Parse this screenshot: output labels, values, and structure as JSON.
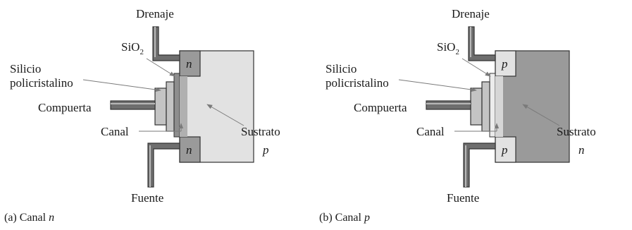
{
  "panels": [
    {
      "drain_label": "Drenaje",
      "oxide_label": "SiO",
      "oxide_subscript": "2",
      "poly_label_line1": "Silicio",
      "poly_label_line2": "policristalino",
      "gate_label": "Compuerta",
      "channel_label": "Canal",
      "substrate_label": "Sustrato",
      "substrate_type": "p",
      "source_label": "Fuente",
      "region_type": "n",
      "caption_prefix": "(a) Canal ",
      "caption_type": "n",
      "colors": {
        "substrate": "#e2e2e2",
        "regions": "#9a9a9a",
        "oxide": "#8e8e8e",
        "poly": "#c4c4c4"
      }
    },
    {
      "drain_label": "Drenaje",
      "oxide_label": "SiO",
      "oxide_subscript": "2",
      "poly_label_line1": "Silicio",
      "poly_label_line2": "policristalino",
      "gate_label": "Compuerta",
      "channel_label": "Canal",
      "substrate_label": "Sustrato",
      "substrate_type": "n",
      "source_label": "Fuente",
      "region_type": "p",
      "caption_prefix": "(b) Canal ",
      "caption_type": "p",
      "colors": {
        "substrate": "#9a9a9a",
        "regions": "#e2e2e2",
        "oxide": "#ececec",
        "poly": "#c4c4c4"
      }
    }
  ]
}
